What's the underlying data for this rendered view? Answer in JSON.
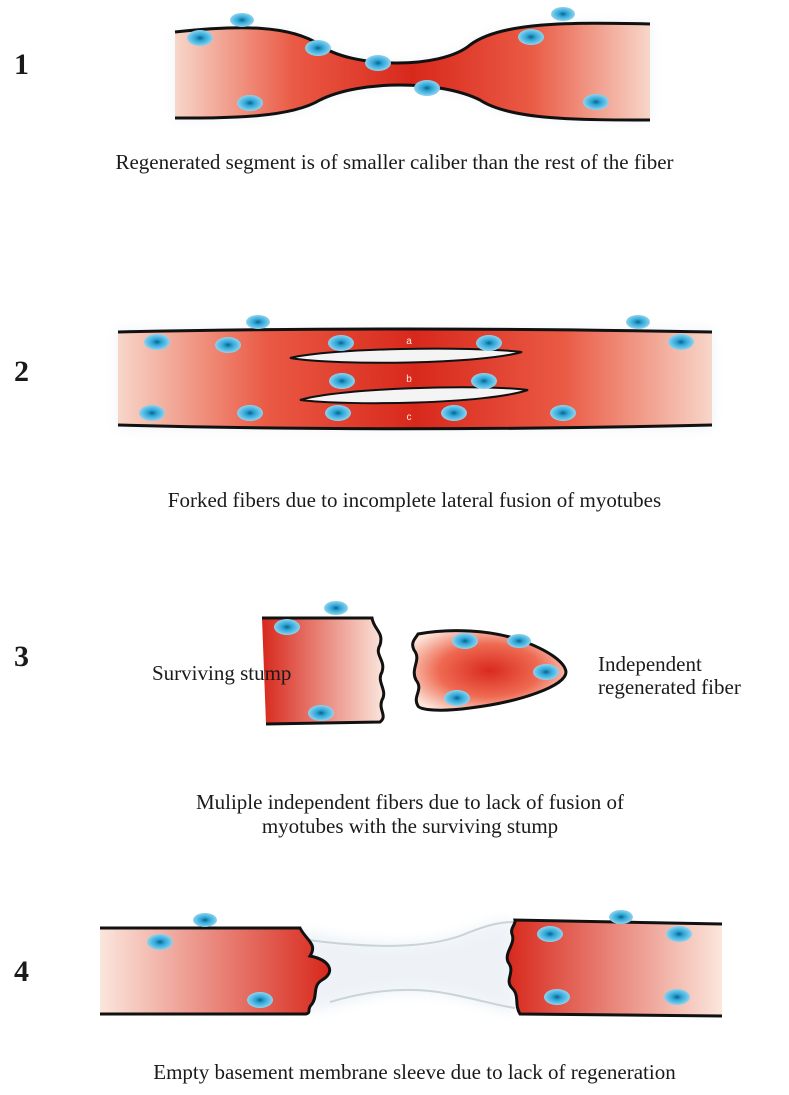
{
  "panels": [
    {
      "number": "1",
      "caption": "Regenerated segment is of smaller caliber than the rest of the fiber"
    },
    {
      "number": "2",
      "caption": "Forked fibers due to incomplete lateral fusion of myotubes",
      "branch_labels": [
        "a",
        "b",
        "c"
      ]
    },
    {
      "number": "3",
      "caption_line1": "Muliple independent fibers due to lack of fusion of",
      "caption_line2": "myotubes with the surviving stump",
      "stump_label": "Surviving stump",
      "independent_label_line1": "Independent",
      "independent_label_line2": "regenerated fiber"
    },
    {
      "number": "4",
      "caption": "Empty basement membrane sleeve due to lack of regeneration"
    }
  ],
  "colors": {
    "fiber_red": "#e23a2a",
    "fiber_light": "#fbe6dc",
    "nucleus": "#2aa5d6",
    "outline": "#111111"
  }
}
